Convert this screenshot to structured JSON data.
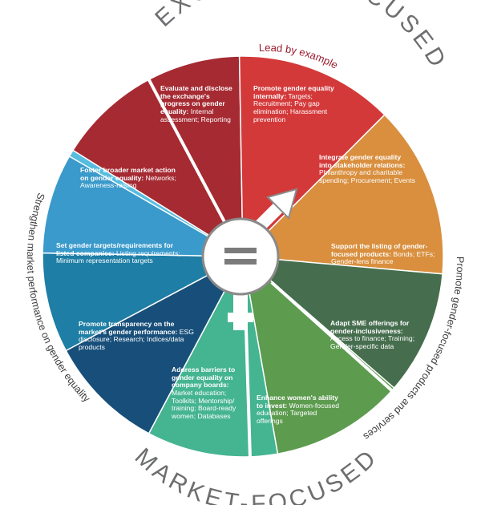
{
  "top_banner": {
    "text": "EXCHANGE-FOCUSED",
    "color": "#6d6e70"
  },
  "bottom_banner": {
    "text": "MARKET-FOCUSED",
    "color": "#6d6e70"
  },
  "arc_labels": {
    "lead": {
      "text": "Lead by example",
      "color": "#9b1c2e"
    },
    "right": {
      "text": "Promote gender-focused products and services",
      "color": "#3d3d3d"
    },
    "left": {
      "text": "Strengthen market performance on gender equality",
      "color": "#3d3d3d"
    }
  },
  "center": {
    "symbol": "=",
    "fill": "#ffffff",
    "ring_color": "#8a8a8a"
  },
  "segments": [
    {
      "id": "evaluate",
      "color": "#a52a32",
      "title": "Evaluate and disclose the exchange's progress on gender equality:",
      "detail": "Internal assessment; Reporting"
    },
    {
      "id": "promote-internally",
      "color": "#d4393a",
      "title": "Promote gender equality internally:",
      "detail": "Targets; Recruitment; Pay gap elimination; Harassment prevention"
    },
    {
      "id": "stakeholder",
      "color": "#d98f3e",
      "title": "Integrate gender equality into stakeholder relations:",
      "detail": "Philanthropy and charitable spending; Procurement; Events"
    },
    {
      "id": "listing",
      "color": "#466e4e",
      "title": "Support the listing of gender-focused products:",
      "detail": "Bonds; ETFs; Gender-lens finance"
    },
    {
      "id": "sme",
      "color": "#5d9b4f",
      "title": "Adapt SME offerings for gender-inclusiveness:",
      "detail": "Access to finance; Training; Gender-specific data"
    },
    {
      "id": "women-invest",
      "color": "#45b491",
      "title": "Enhance women's ability to invest:",
      "detail": "Women-focused education; Targeted offerings"
    },
    {
      "id": "boards",
      "color": "#184f7a",
      "title": "Address barriers to gender equality on company boards:",
      "detail": "Market education; Toolkits; Mentorship/ training; Board-ready women; Databases"
    },
    {
      "id": "transparency",
      "color": "#1e7ea5",
      "title": "Promote transparency on the market's gender performance:",
      "detail": "ESG disclosure; Research; Indices/data products"
    },
    {
      "id": "targets",
      "color": "#3a9acb",
      "title": "Set gender targets/requirements for listed companies:",
      "detail": "Listing requirements; Minimum representation targets"
    },
    {
      "id": "foster",
      "color": "#56bde0",
      "title": "Foster broader market action on gender equality:",
      "detail": "Networks; Awareness-raising"
    }
  ]
}
